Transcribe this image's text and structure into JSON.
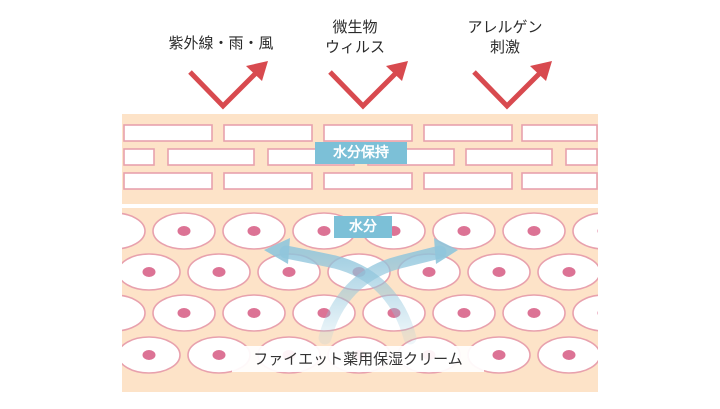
{
  "threats": [
    {
      "lines": [
        "紫外線・雨・風"
      ]
    },
    {
      "lines": [
        "微生物",
        "ウィルス"
      ]
    },
    {
      "lines": [
        "アレルゲン",
        "刺激"
      ]
    }
  ],
  "labels": {
    "barrier": "水分保持",
    "moisture": "水分",
    "product": "ファイエット薬用保湿クリーム"
  },
  "colors": {
    "skin": "#fde3c8",
    "brick_border": "#e8a1ad",
    "cell_nucleus": "#dc7395",
    "arrow_red": "#d84a4f",
    "blue_arrow": "#8fc5dc",
    "tag_bg": "#7cc0d7"
  }
}
